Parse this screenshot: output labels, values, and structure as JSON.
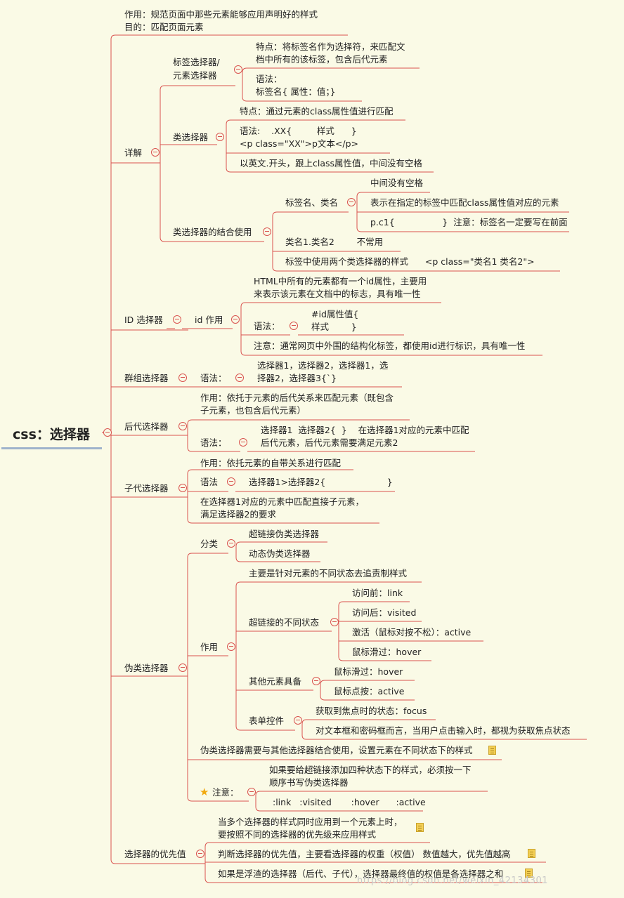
{
  "root": "css：选择器",
  "intro": {
    "l1": "作用：规范页面中那些元素能够应用声明好的样式",
    "l2": "目的：匹配页面元素"
  },
  "detail": {
    "label": "详解",
    "tag": {
      "label_l1": "标签选择器/",
      "label_l2": "元素选择器",
      "feature_l1": "特点：将标签名作为选择符，来匹配文",
      "feature_l2": "档中所有的该标签，包含后代元素",
      "syntax_l1": "语法：",
      "syntax_l2": "标签名{ 属性：值；}"
    },
    "class": {
      "label": "类选择器",
      "feature": "特点：通过元素的class属性值进行匹配",
      "syntax_l1": "语法:    .XX{         样式      }",
      "syntax_l2": "<p class=\"XX\">p文本</p>",
      "rule": "以英文.开头，跟上class属性值，中间没有空格"
    },
    "combo": {
      "label": "类选择器的结合使用",
      "tag_class": "标签名、类名",
      "c1": "中间没有空格",
      "c2": "表示在指定的标签中匹配class属性值对应的元素",
      "c3": "p.c1{                 }  注意：标签名一定要写在前面",
      "two": "类名1.类名2        不常用",
      "both": "标签中使用两个类选择器的样式      <p class=\"类名1 类名2\">"
    }
  },
  "id": {
    "label": "ID 选择器",
    "sub": "id 作用",
    "desc_l1": "HTML中所有的元素都有一个id属性，主要用",
    "desc_l2": "来表示该元素在文档中的标志，具有唯一性",
    "syntax": "语法：",
    "code_l1": "#id属性值{",
    "code_l2": "样式        }",
    "note": "注意：通常网页中外围的结构化标签，都使用id进行标识，具有唯一性"
  },
  "group": {
    "label": "群组选择器",
    "syntax": "语法：",
    "value_l1": "选择器1，选择器2，选择器1，选",
    "value_l2": "择器2，选择器3{`}"
  },
  "descendant": {
    "label": "后代选择器",
    "role_l1": "作用：依托于元素的后代关系来匹配元素（既包含",
    "role_l2": "子元素，也包含后代元素）",
    "syntax": "语法：",
    "value_l1": "选择器1  选择器2{  }    在选择器1对应的元素中匹配",
    "value_l2": "后代元素，后代元素需要满足元素2"
  },
  "child": {
    "label": "子代选择器",
    "role": "作用：依托元素的自带关系进行匹配",
    "syntax": "语法",
    "value": "选择器1>选择器2{                      }",
    "desc_l1": "在选择器1对应的元素中匹配直接子元素，",
    "desc_l2": "满足选择器2的要求"
  },
  "pseudo": {
    "label": "伪类选择器",
    "kind": "分类",
    "k1": "超链接伪类选择器",
    "k2": "动态伪类选择器",
    "role": "作用",
    "main": "主要是针对元素的不同状态去追责制样式",
    "link": "超链接的不同状态",
    "l1": "访问前：link",
    "l2": "访问后：visited",
    "l3": "激活（鼠标对按不松）：active",
    "l4": "鼠标滑过：hover",
    "other": "其他元素具备",
    "o1": "鼠标滑过：hover",
    "o2": "鼠标点按：active",
    "form": "表单控件",
    "f1": "获取到焦点时的状态：focus",
    "f2": "对文本框和密码框而言，当用户点击输入时，都视为获取焦点状态",
    "combine": "伪类选择器需要与其他选择器结合使用，设置元素在不同状态下的样式",
    "attention": "注意：",
    "a1_l1": "如果要给超链接添加四种状态下的样式，必须按一下",
    "a1_l2": "顺序书写伪类选择器",
    "a2": ":link   :visited       :hover      :active"
  },
  "priority": {
    "label": "选择器的优先值",
    "p1_l1": "当多个选择器的样式同时应用到一个元素上时，",
    "p1_l2": "要按照不同的选择器的优先级来应用样式",
    "p2": "判断选择器的优先值，主要看选择器的权重（权值） 数值越大，优先值越高",
    "p3": "如果是浮渣的选择器（后代、子代），选择器最终值的权值是各选择器之和"
  },
  "watermark": "https://blog.csdn.net/weixin_42134301",
  "colors": {
    "line": "#d9534f",
    "background": "#fafae6",
    "root_underline": "#9fb3cc"
  }
}
